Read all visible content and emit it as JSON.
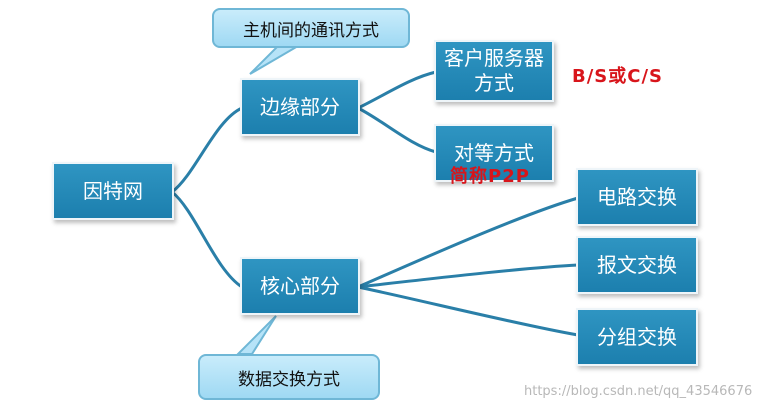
{
  "nodes": {
    "root": "因特网",
    "edge": "边缘部分",
    "core": "核心部分",
    "client_server": "客户服务器\n方式",
    "p2p": "对等方式",
    "circuit": "电路交换",
    "message": "报文交换",
    "packet": "分组交换"
  },
  "callouts": {
    "edge_comm": "主机间的通讯方式",
    "core_exchange": "数据交换方式"
  },
  "notes": {
    "bs_cs": "B/S或C/S",
    "p2p_short": "简称P2P"
  },
  "watermark": "https://blog.csdn.net/qq_43546676",
  "colors": {
    "node": "#1c7fae",
    "line": "#2a7fa8",
    "callout": "#b6e3f8",
    "note": "#d8151b"
  }
}
